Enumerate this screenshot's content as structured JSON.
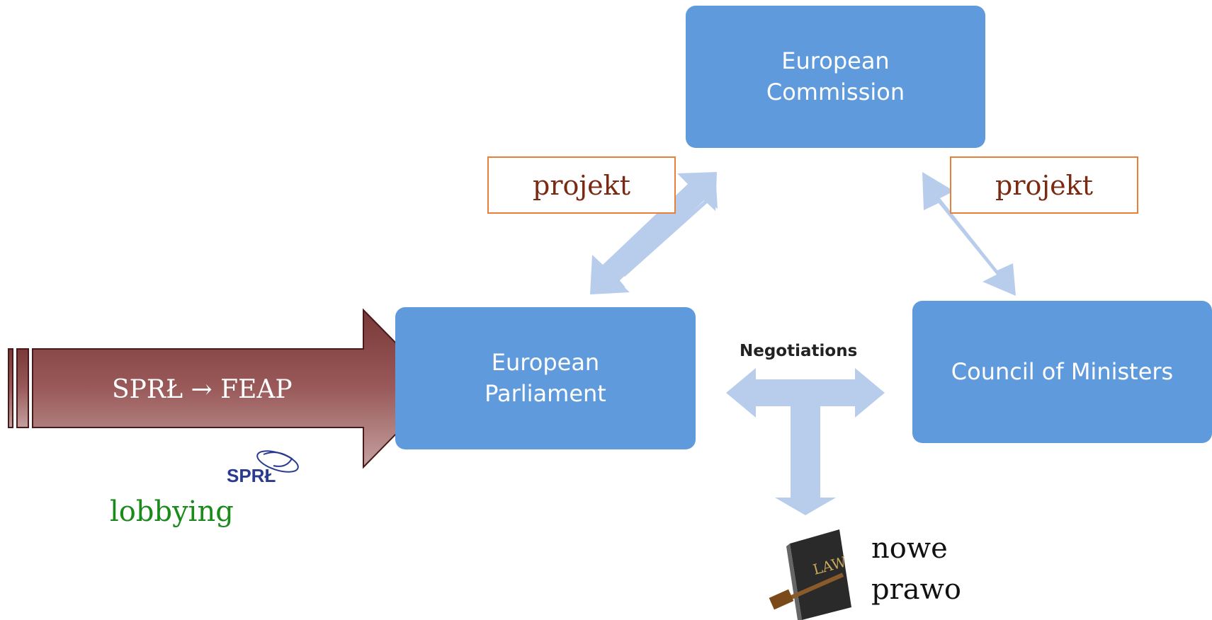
{
  "boxes": {
    "commission": "European\nCommission",
    "parliament": "European\nParliament",
    "council": "Council of Ministers"
  },
  "tags": {
    "left": "projekt",
    "right": "projekt"
  },
  "negotiations": "Negotiations",
  "lobby_arrow_label": "SPRŁ → FEAP",
  "lobbying": "lobbying",
  "logo_text": "SPRŁ",
  "law_book_text": "LAW",
  "result": {
    "line1": "nowe",
    "line2": "prawo"
  },
  "colors": {
    "box": "#5f9bdc",
    "arrow": "#b7cdeb",
    "lobby_arrow": "#8a4a4a",
    "tag_border": "#e8803a",
    "tag_text": "#7a2a12",
    "lobbying_text": "#1a8a1a"
  },
  "icons": [
    "double-arrow",
    "t-arrow",
    "law-book-icon",
    "fish-logo-icon"
  ]
}
